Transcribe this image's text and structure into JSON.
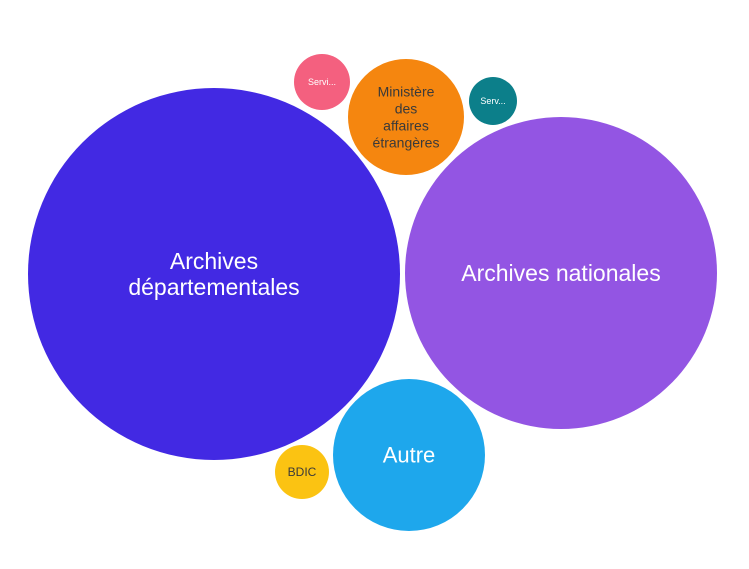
{
  "chart_data": {
    "type": "bubble",
    "title": "",
    "series": [
      {
        "name": "Archives départementales",
        "label_lines": [
          "Archives",
          "départementales"
        ],
        "color": "#4229e3"
      },
      {
        "name": "Archives nationales",
        "label_lines": [
          "Archives nationales"
        ],
        "color": "#9355e3"
      },
      {
        "name": "Autre",
        "label_lines": [
          "Autre"
        ],
        "color": "#1ea7ec"
      },
      {
        "name": "Ministère des affaires étrangères",
        "label_lines": [
          "Ministère",
          "des",
          "affaires",
          "étrangères"
        ],
        "color": "#f5860f"
      },
      {
        "name": "BDIC",
        "label_lines": [
          "BDIC"
        ],
        "color": "#fbc312"
      },
      {
        "name": "Servi...",
        "label_lines": [
          "Servi..."
        ],
        "color": "#f4607f"
      },
      {
        "name": "Serv...",
        "label_lines": [
          "Serv..."
        ],
        "color": "#0c7f8a"
      }
    ]
  }
}
